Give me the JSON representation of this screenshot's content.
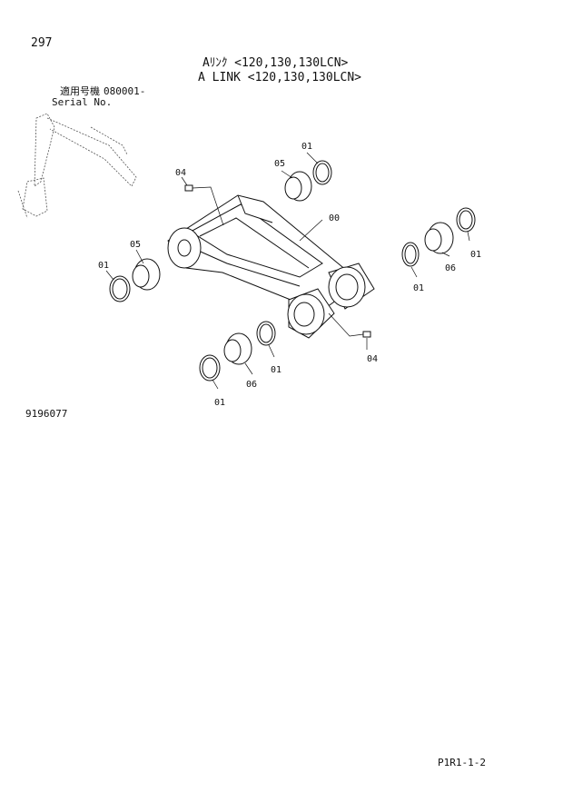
{
  "page_number": "297",
  "title_jp": "Aﾘﾝｸ <120,130,130LCN>",
  "title_en": "A LINK <120,130,130LCN>",
  "applicability": {
    "label_jp": "適用号機",
    "serial_from": "080001-",
    "label_en": "Serial No."
  },
  "figure_number": "9196077",
  "page_code": "P1R1-1-2",
  "callouts": [
    "01",
    "01",
    "01",
    "01",
    "01",
    "01",
    "04",
    "04",
    "05",
    "05",
    "06",
    "06",
    "00"
  ]
}
